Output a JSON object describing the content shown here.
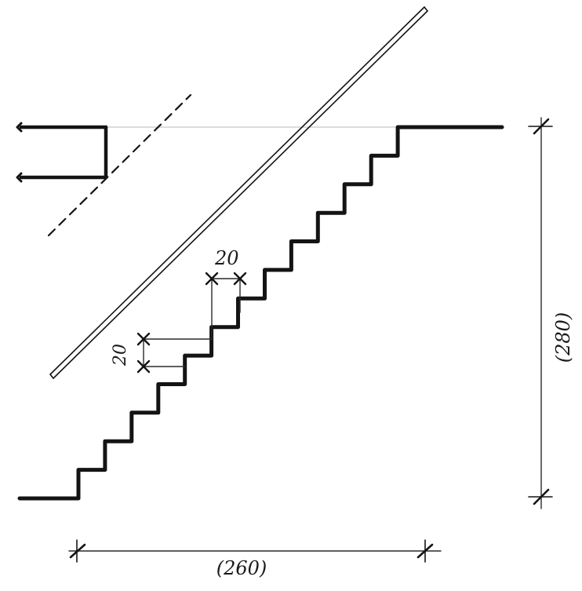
{
  "diagram": {
    "dimensions": {
      "overall_width": "(260)",
      "overall_height": "(280)",
      "tread_depth": "20",
      "riser_height": "20"
    }
  }
}
